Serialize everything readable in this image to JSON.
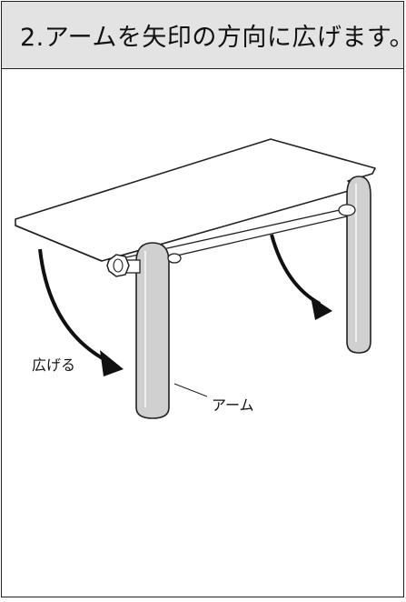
{
  "header": {
    "title": "2.アームを矢印の方向に広げます。"
  },
  "callouts": {
    "spread": "広げる",
    "arm": "アーム"
  },
  "colors": {
    "header_bg": "#e3e3e3",
    "border": "#222222",
    "arm_fill": "#d0d0d0",
    "arrow": "#111111"
  }
}
